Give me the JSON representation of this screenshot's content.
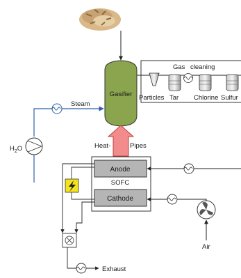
{
  "labels": {
    "gasifier": "Gasifier",
    "gas": "Gas",
    "cleaning": "cleaning",
    "particles": "Particles",
    "tar": "Tar",
    "chlorine": "Chlorine",
    "sulfur": "Sulfur",
    "steam": "Steam",
    "water_prefix": "H",
    "water_sub": "2",
    "water_suffix": "O",
    "heat": "Heat-",
    "pipes": "Pipes",
    "anode": "Anode",
    "sofc": "SOFC",
    "cathode": "Cathode",
    "air": "Air",
    "exhaust": "Exhaust"
  },
  "colors": {
    "gasifier_fill": "#8aa54e",
    "anode_fill": "#b5b5b5",
    "cathode_fill": "#b5b5b5",
    "line_blue": "#2f5fa8",
    "heat_arrow": "#f28b8b",
    "load_yellow": "#f2e31b",
    "biomass": "#c9a274"
  },
  "icons": [
    "biomass-pile-icon",
    "heat-exchanger-icon",
    "pump-icon",
    "cyclone-icon",
    "filter-icon",
    "compressor-fan-icon",
    "mixer-icon",
    "electrical-load-icon"
  ]
}
